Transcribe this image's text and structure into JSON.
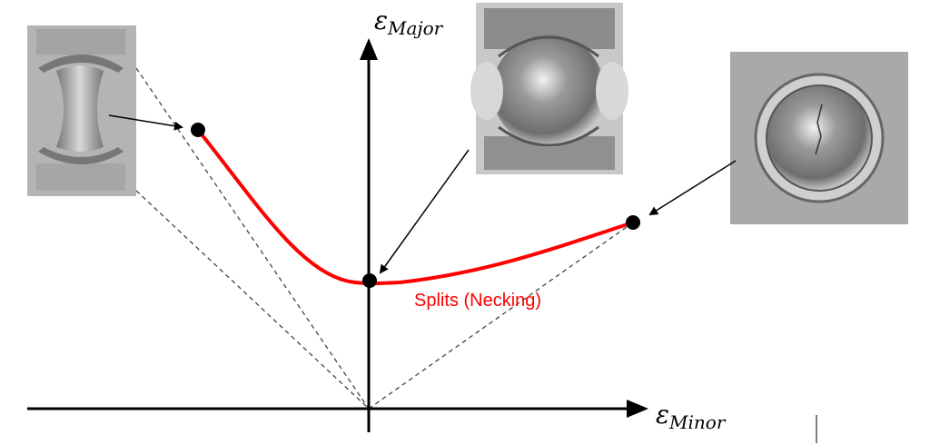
{
  "axes": {
    "y_label_symbol": "ε",
    "y_label_sub": "Major",
    "x_label_symbol": "ε",
    "x_label_sub": "Minor"
  },
  "curve": {
    "label": "Splits (Necking)",
    "color": "#ff0000"
  },
  "specimens": [
    {
      "name": "uniaxial-specimen",
      "shape": "narrow-hourglass"
    },
    {
      "name": "plane-strain-specimen",
      "shape": "notched"
    },
    {
      "name": "biaxial-specimen",
      "shape": "square-dome-with-crack"
    }
  ]
}
